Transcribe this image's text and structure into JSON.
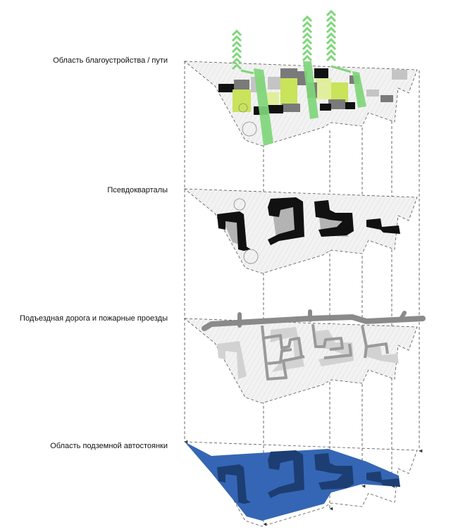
{
  "layers": [
    {
      "id": "landscape",
      "label": "Область благоустройства / пути"
    },
    {
      "id": "blocks",
      "label": "Псевдокварталы"
    },
    {
      "id": "roads",
      "label": "Подъездная дорога и пожарные проезды"
    },
    {
      "id": "parking",
      "label": "Область подземной автостоянки"
    }
  ],
  "colors": {
    "site_fill": "#ececec",
    "green_path": "#7fd67a",
    "lime": "#c9e35a",
    "lime_light": "#e1ef9c",
    "black": "#111111",
    "dark_grey": "#7a7a7a",
    "light_grey": "#c4c4c4",
    "road_grey": "#8a8a8a",
    "road_light": "#d2d2d2",
    "parking_blue": "#3566b5",
    "parking_dark": "#1d3e73",
    "dash_line": "#333333"
  },
  "icons": [
    "arrow-up-icon",
    "arrow-down-icon"
  ]
}
